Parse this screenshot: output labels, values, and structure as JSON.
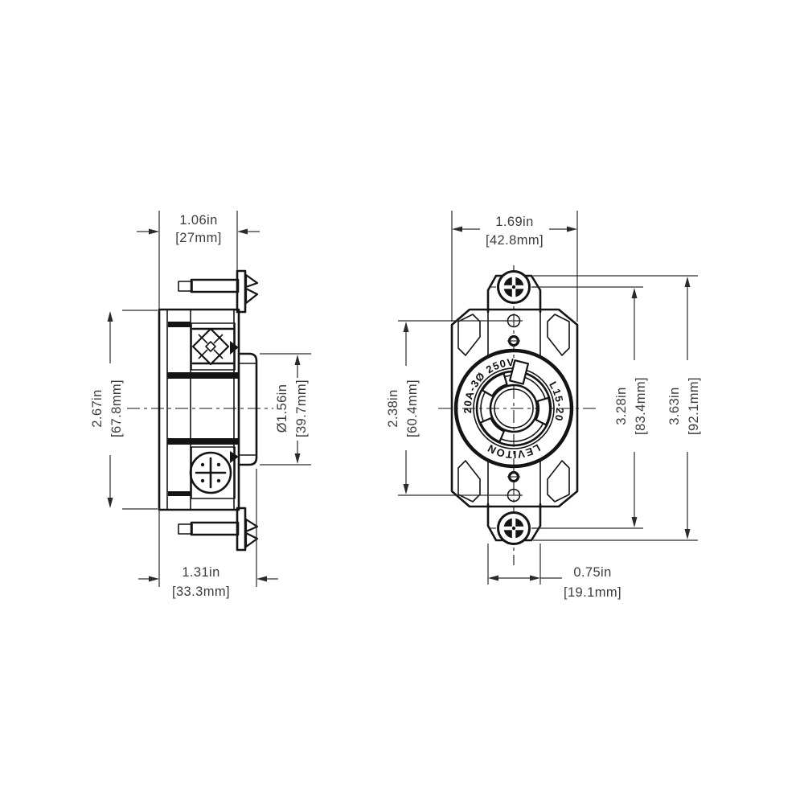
{
  "drawing": {
    "kind": "engineering-dimension-drawing",
    "background": "#ffffff",
    "line_color": "#141414",
    "dim_text_color": "#3c3c3c",
    "side_view": {
      "dim_body_depth": {
        "in": "1.06in",
        "mm": "[27mm]"
      },
      "dim_body_height": {
        "in": "2.67in",
        "mm": "[67.8mm]"
      },
      "dim_hub_diameter": {
        "in": "Ø1.56in",
        "mm": "[39.7mm]"
      },
      "dim_overall_depth": {
        "in": "1.31in",
        "mm": "[33.3mm]"
      }
    },
    "front_view": {
      "dim_body_width": {
        "in": "1.69in",
        "mm": "[42.8mm]"
      },
      "dim_hole_spacing": {
        "in": "2.38in",
        "mm": "[60.4mm]"
      },
      "dim_screw_spacing": {
        "in": "3.28in",
        "mm": "[83.4mm]"
      },
      "dim_overall_height": {
        "in": "3.63in",
        "mm": "[92.1mm]"
      },
      "dim_strap_width": {
        "in": "0.75in",
        "mm": "[19.1mm]"
      },
      "face_marking_rating": "20A-3Ø 250V",
      "face_marking_nema": "L15-20",
      "face_marking_brand": "LEVITON"
    }
  }
}
